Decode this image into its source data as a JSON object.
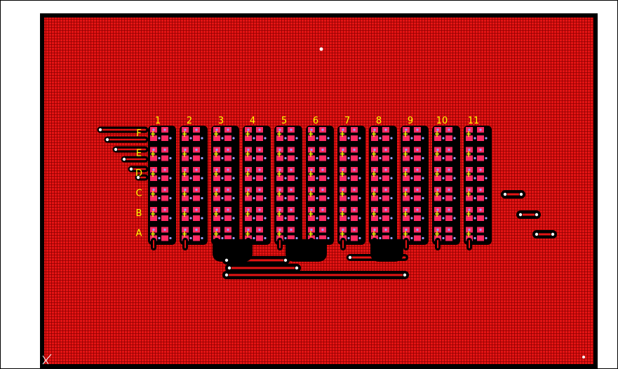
{
  "board": {
    "colors": {
      "copper": "#e41414",
      "hatch": "#8e0000",
      "outline": "#000000",
      "pad": "#ff2a63",
      "via": "#9a9cff",
      "silk": "#ffff00"
    }
  },
  "columns": [
    {
      "label": "1"
    },
    {
      "label": "2"
    },
    {
      "label": "3"
    },
    {
      "label": "4"
    },
    {
      "label": "5"
    },
    {
      "label": "6"
    },
    {
      "label": "7"
    },
    {
      "label": "8"
    },
    {
      "label": "9"
    },
    {
      "label": "10"
    },
    {
      "label": "11"
    }
  ],
  "rows": [
    {
      "label": "F"
    },
    {
      "label": "E"
    },
    {
      "label": "D"
    },
    {
      "label": "C"
    },
    {
      "label": "B"
    },
    {
      "label": "A"
    }
  ],
  "corner_mark_icon": "origin-marker-icon"
}
